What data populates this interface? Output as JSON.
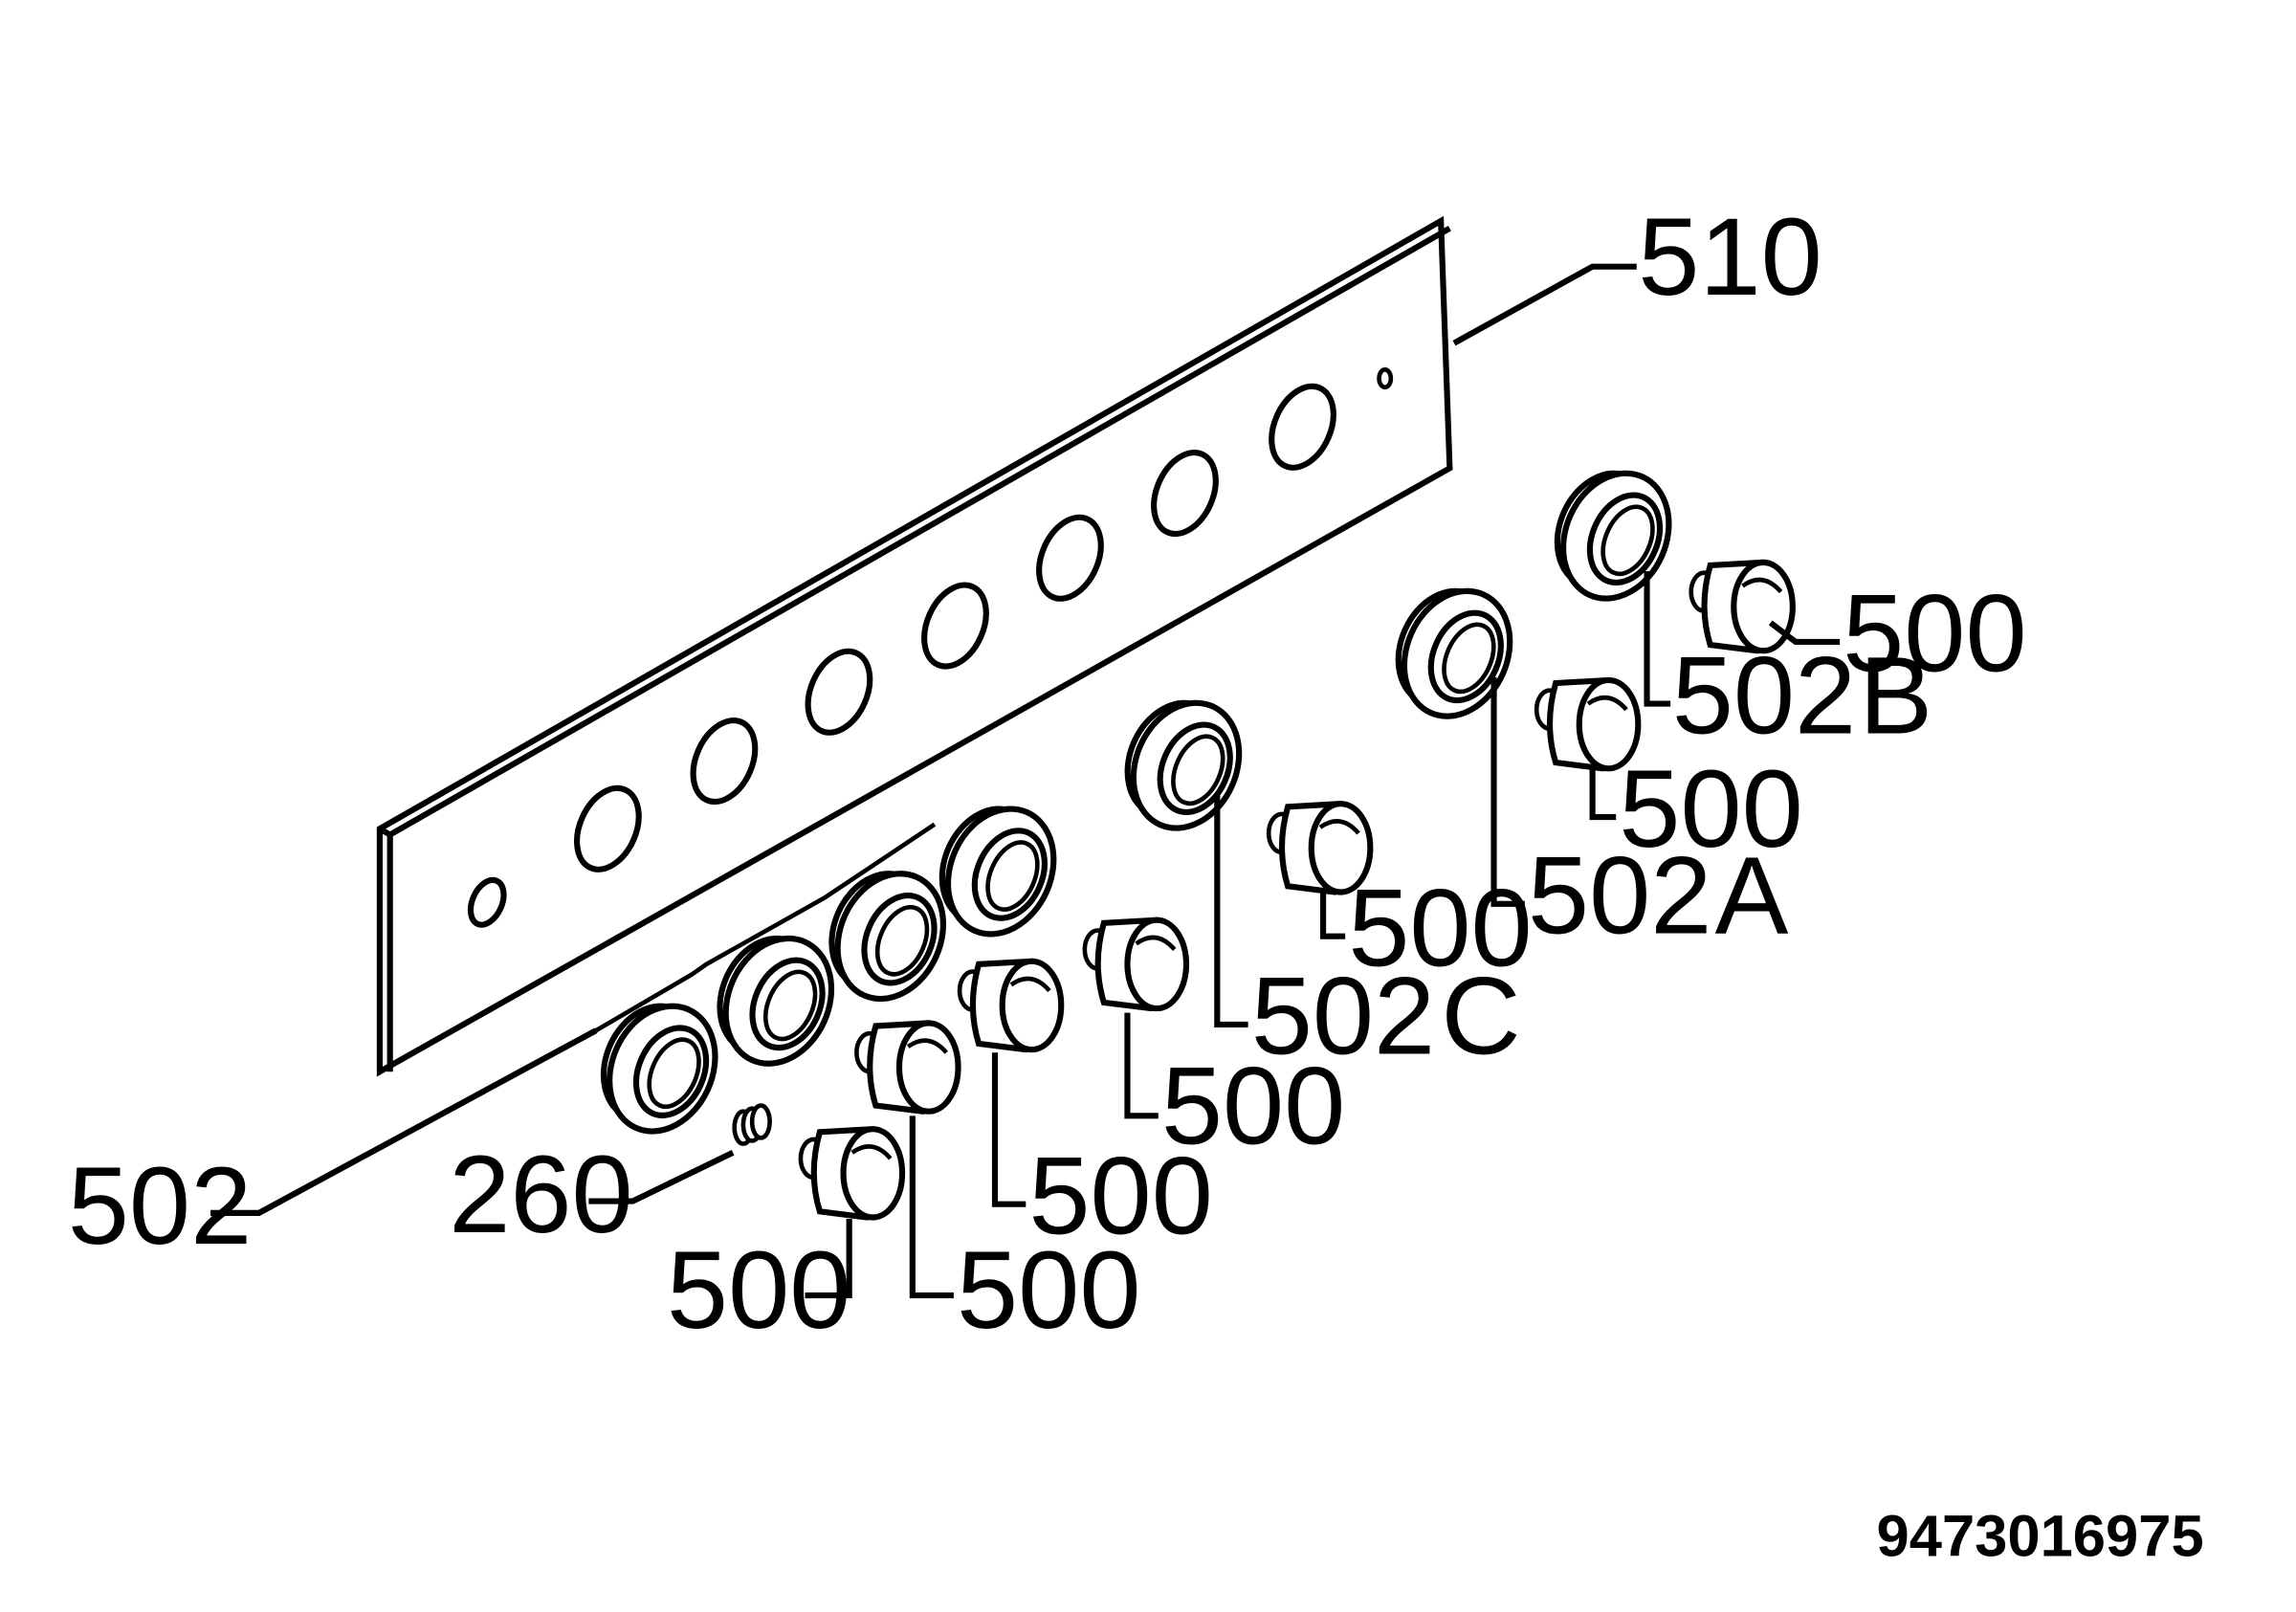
{
  "labels": {
    "l510": "510",
    "l502": "502",
    "l502a": "502",
    "l502a_suffix": "A",
    "l502b": "502",
    "l502b_suffix": "B",
    "l502c": "502",
    "l502c_suffix": "C",
    "l260": "260",
    "l500": "500"
  },
  "document_number": "9473016975"
}
